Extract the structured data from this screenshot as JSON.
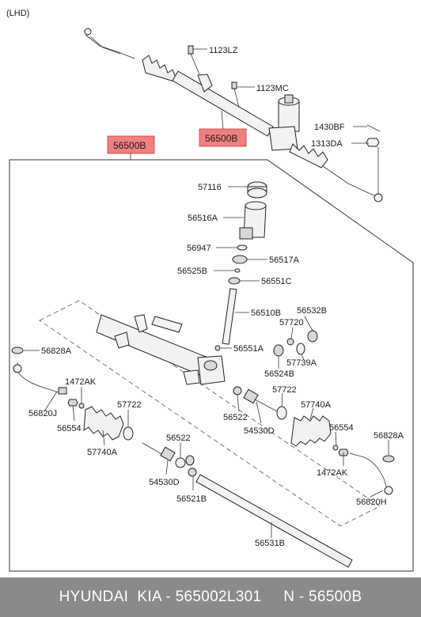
{
  "header": {
    "variant": "(LHD)"
  },
  "highlight": {
    "main": "56500B",
    "sub": "56500B",
    "color": "#f08080"
  },
  "labels": {
    "l1123LZ": "1123LZ",
    "l1123MC": "1123MC",
    "l1430BF": "1430BF",
    "l1313DA": "1313DA",
    "l57116": "57116",
    "l56516A": "56516A",
    "l56947": "56947",
    "l56517A": "56517A",
    "l56525B": "56525B",
    "l56551C": "56551C",
    "l56510B": "56510B",
    "l56532B": "56532B",
    "l57720": "57720",
    "l56828A_l": "56828A",
    "l56551A": "56551A",
    "l57739A": "57739A",
    "l56524B": "56524B",
    "l1472AK_l": "1472AK",
    "l57722_r": "57722",
    "l56820J": "56820J",
    "l56554_l": "56554",
    "l57722_l": "57722",
    "l56522_r": "56522",
    "l54530D_r": "54530D",
    "l57740A_r": "57740A",
    "l57740A_l": "57740A",
    "l56554_r": "56554",
    "l56828A_r": "56828A",
    "l56522_l": "56522",
    "l1472AK_r": "1472AK",
    "l54530D_l": "54530D",
    "l56521B": "56521B",
    "l56820H": "56820H",
    "l56531B": "56531B"
  },
  "footer": {
    "text": "HYUNDAI  KIA - 565002L301     N - 56500B"
  }
}
